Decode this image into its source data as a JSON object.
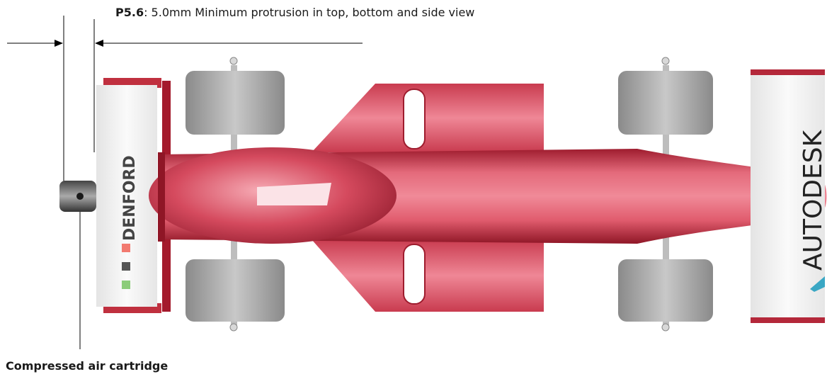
{
  "rule": {
    "code": "P5.6",
    "text": ": 5.0mm Minimum protrusion in top, bottom and side view"
  },
  "labels": {
    "cartridge": "Compressed air  cartridge"
  },
  "wing_text": {
    "front": "DENFORD",
    "rear": "AUTODESK"
  },
  "colors": {
    "body": "#d94a5c",
    "wheel": "#b5b5b5",
    "wing": "#f0f0f0",
    "text": "#1a1a1a"
  }
}
